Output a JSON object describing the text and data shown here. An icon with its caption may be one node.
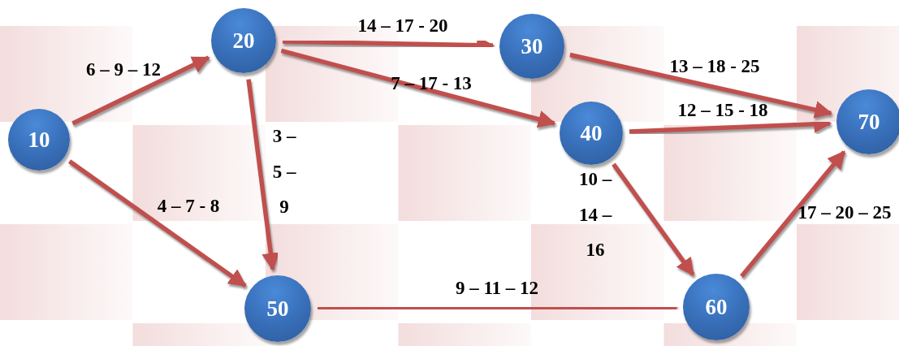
{
  "diagram": {
    "nodes": [
      {
        "text": [
          "10"
        ]
      },
      {
        "text": [
          "20"
        ]
      },
      {
        "text": [
          "30"
        ]
      },
      {
        "text": [
          "40"
        ]
      },
      {
        "text": [
          "50"
        ]
      },
      {
        "text": [
          "60"
        ]
      },
      {
        "text": [
          "70"
        ]
      }
    ],
    "edges": [
      {
        "from": 0,
        "to": 1,
        "arrow": "to",
        "label": "6 – 9 – 12"
      },
      {
        "from": 0,
        "to": 4,
        "arrow": "to",
        "label": "4 – 7 - 8"
      },
      {
        "from": 1,
        "to": 2,
        "arrow": "to",
        "label": "14 – 17 - 20"
      },
      {
        "from": 1,
        "to": 3,
        "arrow": "to",
        "label": "7 – 17 - 13"
      },
      {
        "from": 1,
        "to": 4,
        "arrow": "to",
        "label": "3 – 5 – 9"
      },
      {
        "from": 2,
        "to": 6,
        "arrow": "to",
        "label": "13 – 18 - 25"
      },
      {
        "from": 3,
        "to": 6,
        "arrow": "to",
        "label": "12 – 15 - 18"
      },
      {
        "from": 3,
        "to": 5,
        "arrow": "to",
        "label": "10 – 14 – 16"
      },
      {
        "from": 4,
        "to": 5,
        "arrow": "to",
        "label": "9 – 11 – 12"
      },
      {
        "from": 5,
        "to": 6,
        "arrow": "to",
        "label": "17 – 20 – 25"
      }
    ]
  }
}
